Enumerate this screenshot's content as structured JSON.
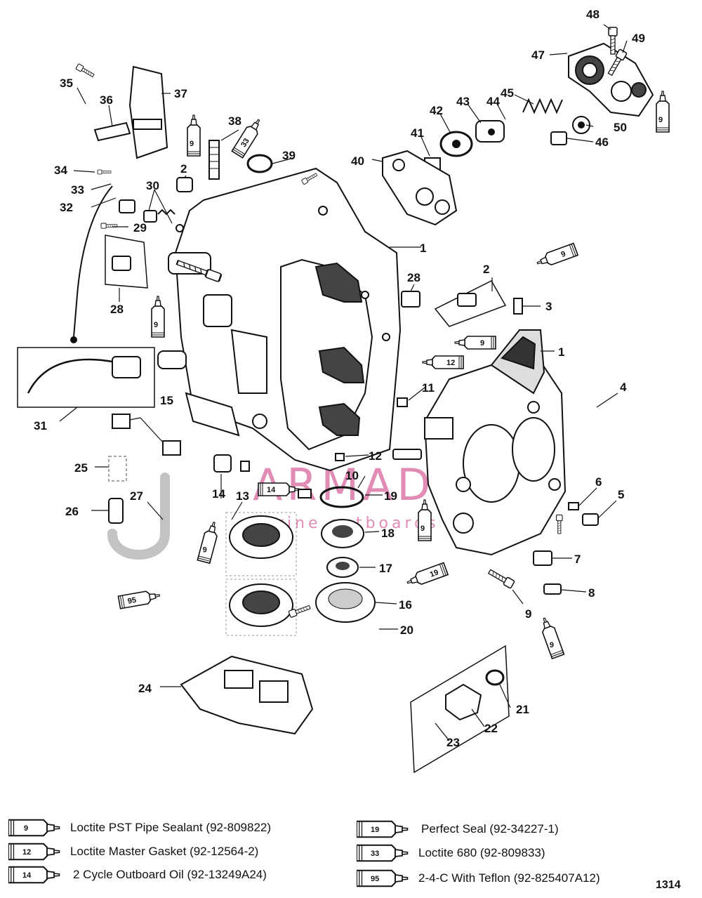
{
  "watermark": {
    "brand": "ARMADA",
    "tagline": "marine outboards"
  },
  "callouts": [
    "48",
    "49",
    "47",
    "35",
    "36",
    "37",
    "45",
    "43",
    "44",
    "42",
    "50",
    "46",
    "38",
    "33",
    "41",
    "39",
    "40",
    "34",
    "2",
    "33",
    "32",
    "30",
    "29",
    "1",
    "28",
    "2",
    "3",
    "1",
    "12",
    "4",
    "11",
    "12",
    "10",
    "14",
    "19",
    "6",
    "5",
    "13",
    "25",
    "26",
    "27",
    "15",
    "31",
    "28",
    "9",
    "18",
    "17",
    "16",
    "20",
    "7",
    "8",
    "9",
    "24",
    "21",
    "22",
    "23",
    "95",
    "19",
    "14",
    "9",
    "9",
    "9",
    "9",
    "9"
  ],
  "callout_values": {
    "c48": "48",
    "c49": "49",
    "c47": "47",
    "c35": "35",
    "c36": "36",
    "c37": "37",
    "c38": "38",
    "c39": "39",
    "c40": "40",
    "c41": "41",
    "c42": "42",
    "c43": "43",
    "c44": "44",
    "c45": "45",
    "c46": "46",
    "c50": "50",
    "c34": "34",
    "c33": "33",
    "c32": "32",
    "c30": "30",
    "c29": "29",
    "c2a": "2",
    "c2b": "2",
    "c1a": "1",
    "c1b": "1",
    "c28a": "28",
    "c28b": "28",
    "c3": "3",
    "c4": "4",
    "c11": "11",
    "c12": "12",
    "c10": "10",
    "c19": "19",
    "c6": "6",
    "c5": "5",
    "c14": "14",
    "c13": "13",
    "c25": "25",
    "c26": "26",
    "c27": "27",
    "c15": "15",
    "c31": "31",
    "c18": "18",
    "c17": "17",
    "c16": "16",
    "c20": "20",
    "c7": "7",
    "c8": "8",
    "c9": "9",
    "c24": "24",
    "c21": "21",
    "c22": "22",
    "c23": "23"
  },
  "tube_labels": {
    "t33": "33",
    "t9a": "9",
    "t9b": "9",
    "t9c": "9",
    "t9d": "9",
    "t9e": "9",
    "t9f": "9",
    "t9g": "9",
    "t9h": "9",
    "t12": "12",
    "t14": "14",
    "t19": "19",
    "t95": "95"
  },
  "legend": [
    {
      "num": "9",
      "text": "Loctite PST Pipe Sealant (92-809822)"
    },
    {
      "num": "12",
      "text": "Loctite Master Gasket (92-12564-2)"
    },
    {
      "num": "14",
      "text": "2 Cycle Outboard Oil (92-13249A24)"
    },
    {
      "num": "19",
      "text": "Perfect Seal (92-34227-1)"
    },
    {
      "num": "33",
      "text": "Loctite 680 (92-809833)"
    },
    {
      "num": "95",
      "text": "2-4-C With Teflon (92-825407A12)"
    }
  ],
  "page_number": "1314"
}
